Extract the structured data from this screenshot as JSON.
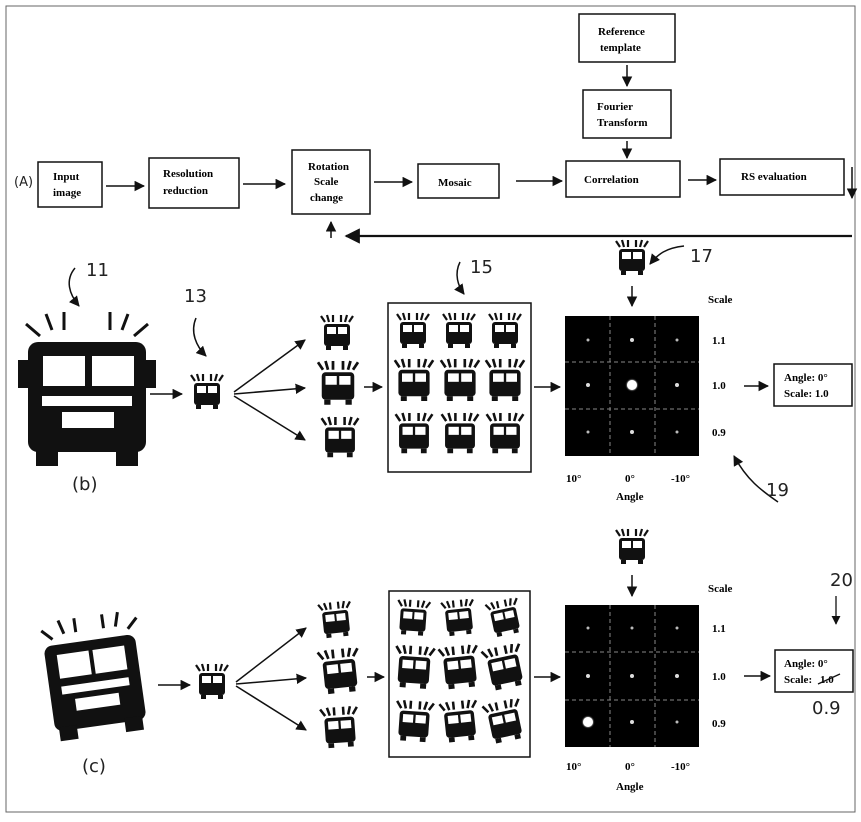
{
  "flow": {
    "row_label": "(A)",
    "input": [
      "Input",
      "image"
    ],
    "resolution": [
      "Resolution",
      "reduction"
    ],
    "rotation": [
      "Rotation",
      "Scale",
      "change"
    ],
    "mosaic": [
      "Mosaic"
    ],
    "correlation": [
      "Correlation"
    ],
    "rs_eval": [
      "RS evaluation"
    ],
    "reference": [
      "Reference",
      "template"
    ],
    "fourier": [
      "Fourier",
      "Transform"
    ]
  },
  "refs": {
    "r11": "11",
    "r13": "13",
    "r15": "15",
    "r17": "17",
    "r19": "19",
    "r20": "20"
  },
  "panel_b": {
    "label": "(b)",
    "scale_title": "Scale",
    "scale_ticks": [
      "1.1",
      "1.0",
      "0.9"
    ],
    "angle_ticks": [
      "10°",
      "0°",
      "-10°"
    ],
    "angle_title": "Angle",
    "result_angle": "Angle: 0°",
    "result_scale": "Scale: 1.0"
  },
  "panel_c": {
    "label": "(c)",
    "scale_title": "Scale",
    "scale_ticks": [
      "1.1",
      "1.0",
      "0.9"
    ],
    "angle_ticks": [
      "10°",
      "0°",
      "-10°"
    ],
    "angle_title": "Angle",
    "result_angle": "Angle: 0°",
    "result_scale_prefix": "Scale:",
    "result_scale_struck": "1.0",
    "handwritten_value": "0.9"
  }
}
